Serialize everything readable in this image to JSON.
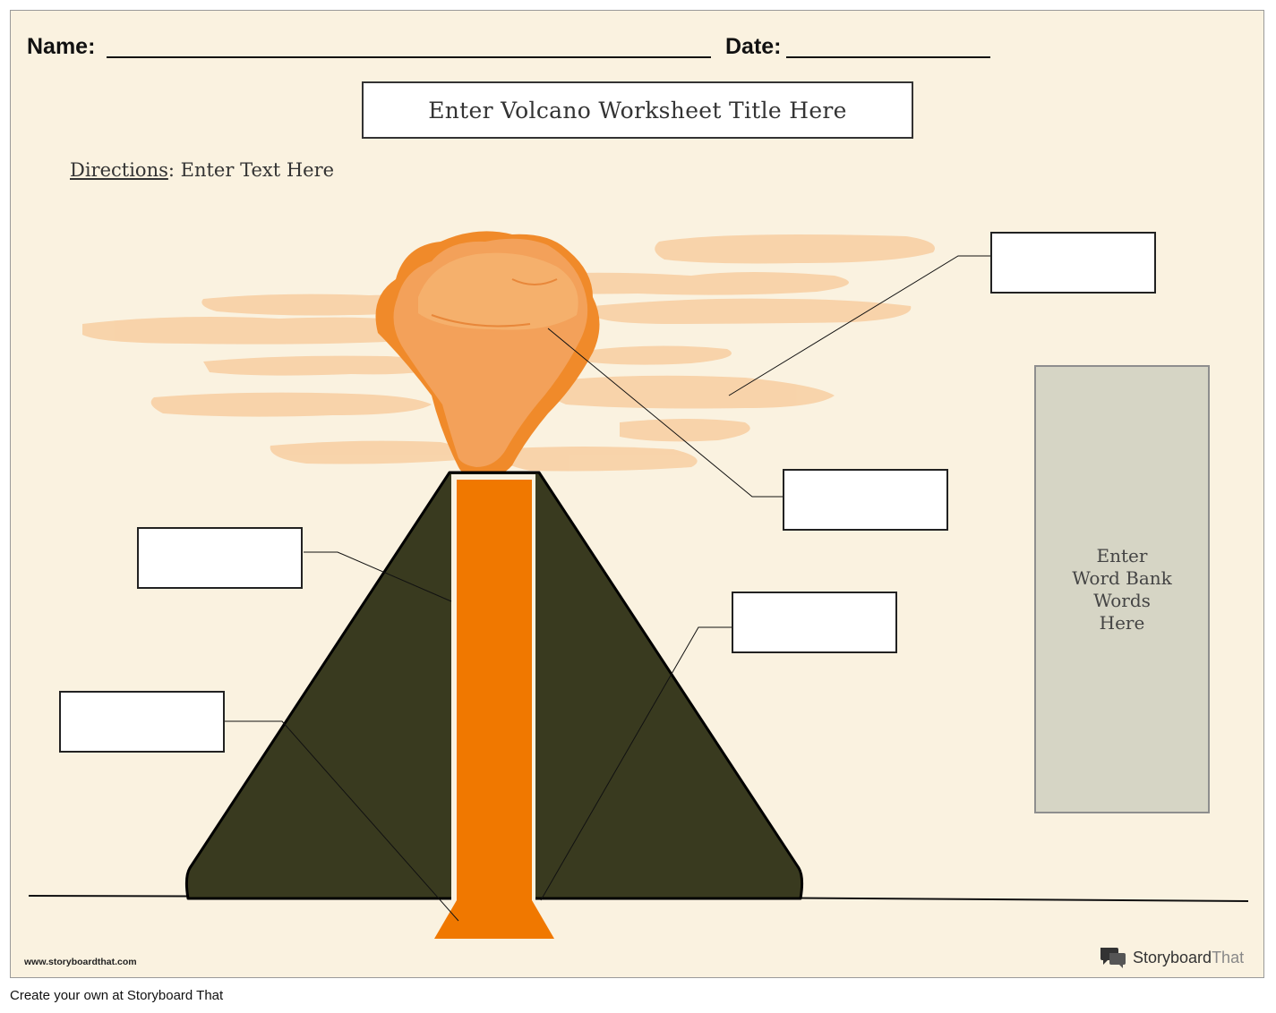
{
  "header": {
    "name_label": "Name:",
    "date_label": "Date:"
  },
  "title": "Enter Volcano Worksheet Title Here",
  "directions": {
    "label": "Directions",
    "text": ": Enter Text Here"
  },
  "word_bank": {
    "lines": [
      "Enter",
      "Word Bank",
      "Words",
      "Here"
    ]
  },
  "label_boxes": [
    {
      "name": "top-right",
      "value": ""
    },
    {
      "name": "right-middle",
      "value": ""
    },
    {
      "name": "left-upper",
      "value": ""
    },
    {
      "name": "right-lower",
      "value": ""
    },
    {
      "name": "left-lower",
      "value": ""
    }
  ],
  "footer": {
    "site_url": "www.storyboardthat.com",
    "brand_main": "Storyboard",
    "brand_light": "That",
    "create_text": "Create your own at Storyboard That"
  },
  "colors": {
    "background": "#faf2e0",
    "mountain": "#393a1f",
    "magma": "#f07800",
    "cloud_light": "#f7c89a",
    "cloud_dark": "#f08a2a",
    "word_bank_fill": "#d6d5c5"
  },
  "icons": {
    "brand_logo": "speech-bubbles-icon"
  }
}
